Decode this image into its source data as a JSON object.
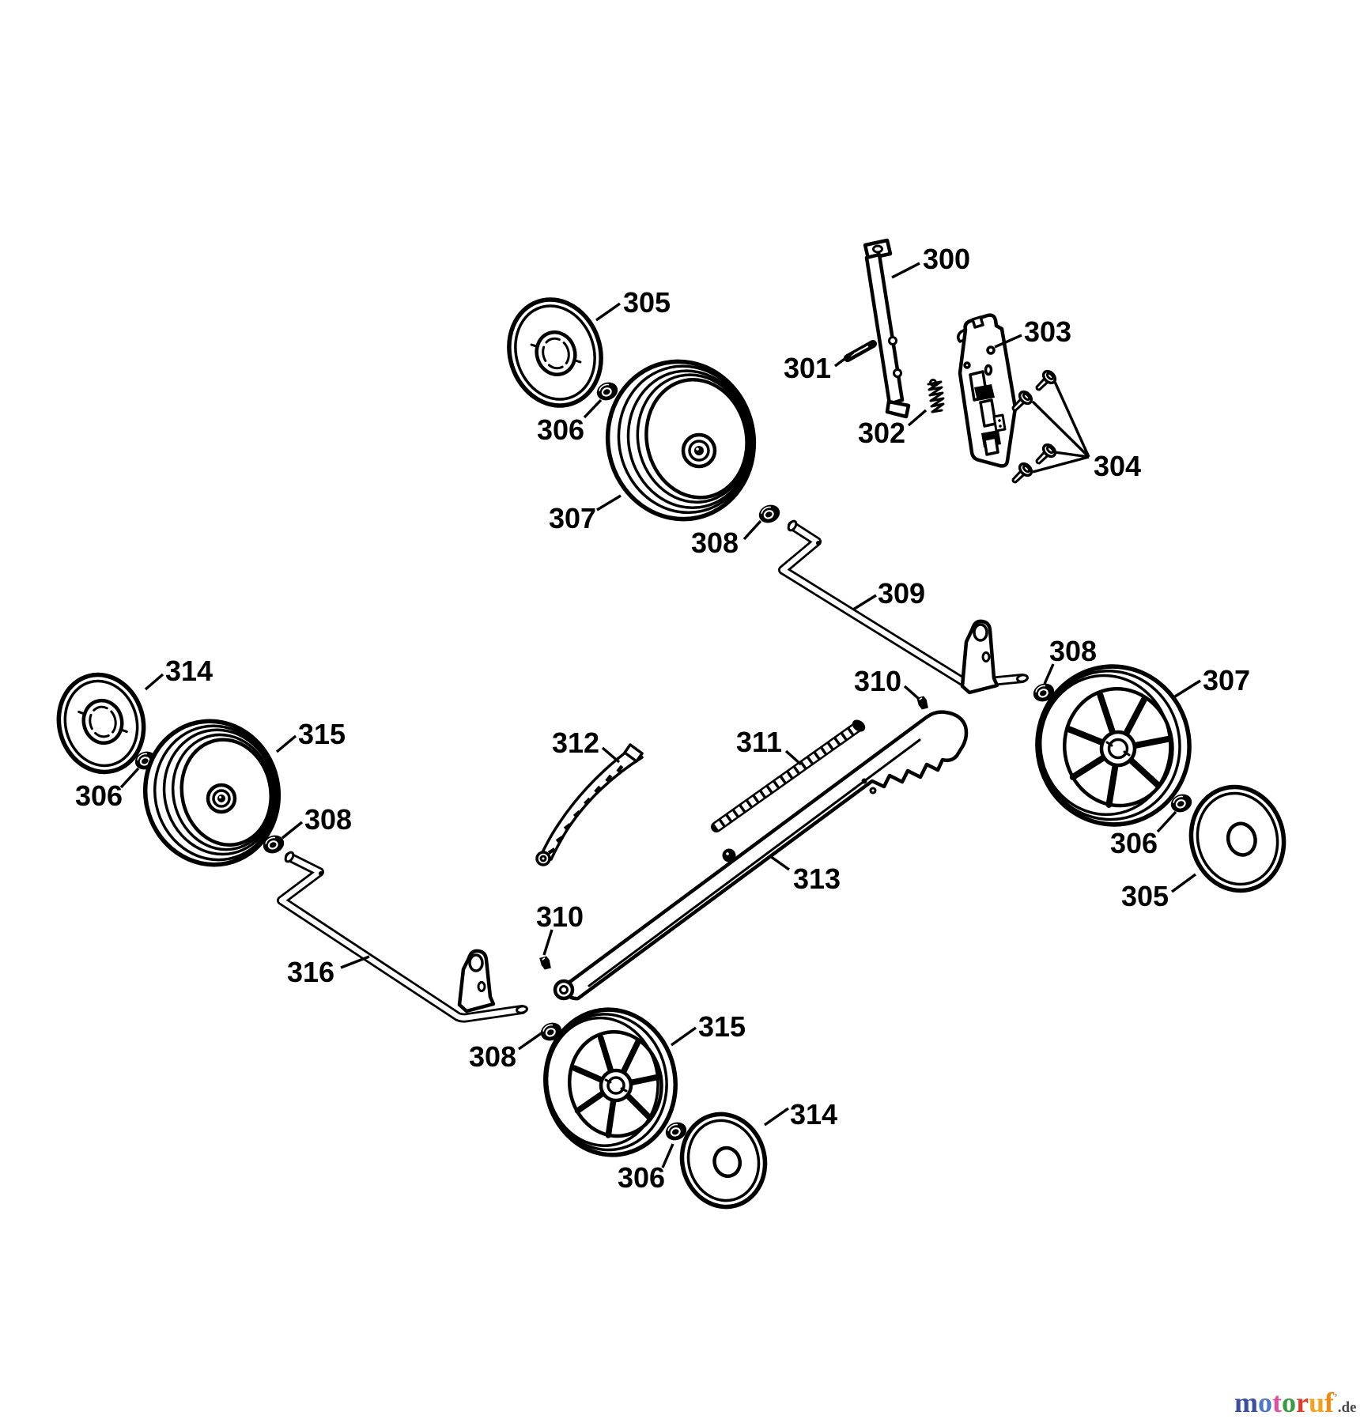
{
  "page": {
    "background": "#ffffff",
    "line_color": "#000000"
  },
  "labels": [
    {
      "text": "300"
    },
    {
      "text": "301"
    },
    {
      "text": "302"
    },
    {
      "text": "303"
    },
    {
      "text": "304"
    },
    {
      "text": "305"
    },
    {
      "text": "306"
    },
    {
      "text": "307"
    },
    {
      "text": "308"
    },
    {
      "text": "309"
    },
    {
      "text": "310"
    },
    {
      "text": "308"
    },
    {
      "text": "307"
    },
    {
      "text": "306"
    },
    {
      "text": "305"
    },
    {
      "text": "314"
    },
    {
      "text": "315"
    },
    {
      "text": "306"
    },
    {
      "text": "308"
    },
    {
      "text": "316"
    },
    {
      "text": "310"
    },
    {
      "text": "308"
    },
    {
      "text": "315"
    },
    {
      "text": "306"
    },
    {
      "text": "314"
    },
    {
      "text": "311"
    },
    {
      "text": "312"
    },
    {
      "text": "313"
    }
  ],
  "watermark": {
    "letters": [
      {
        "char": "m",
        "color": "#3b4fa0"
      },
      {
        "char": "o",
        "color": "#4d77c9"
      },
      {
        "char": "t",
        "color": "#e1519b"
      },
      {
        "char": "o",
        "color": "#3a9b44"
      },
      {
        "char": "r",
        "color": "#e23b28"
      },
      {
        "char": "u",
        "color": "#f4a11d"
      },
      {
        "char": "f",
        "color": "#ee8b10"
      }
    ],
    "mark": "’",
    "mark_color": "#999999",
    "suffix": ".de",
    "suffix_color": "#4a4a4a"
  }
}
